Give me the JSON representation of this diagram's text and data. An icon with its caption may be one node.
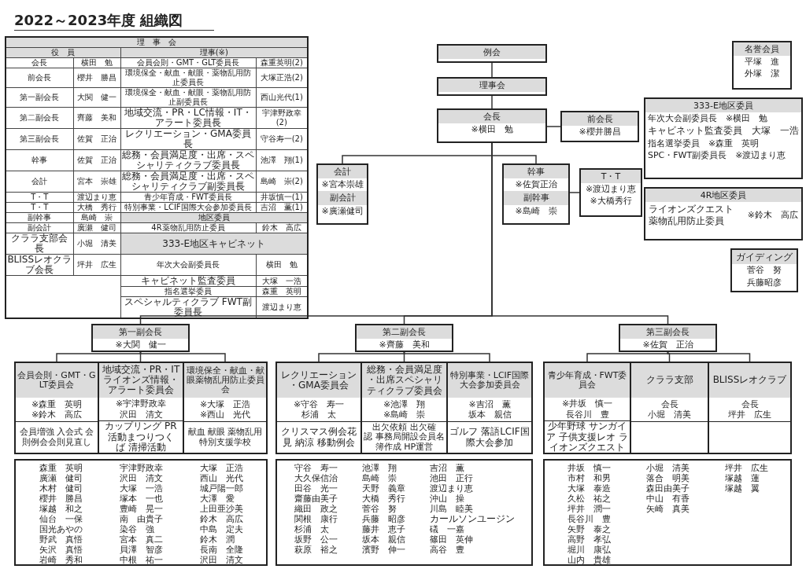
{
  "diagram": {
    "title": "2022～2023年度 組織図",
    "nodes": [
      {
        "text": [
          "例会"
        ]
      },
      {
        "text": [
          "理事会"
        ]
      },
      {
        "text": [
          "会長",
          "※横田　勉"
        ]
      },
      {
        "text": [
          "前会長",
          "※櫻井勝昌"
        ]
      },
      {
        "text": [
          "会計",
          "※宮本崇雄",
          "副会計",
          "※廣瀬健司"
        ]
      },
      {
        "text": [
          "幹事",
          "※佐賀正治",
          "副幹事",
          "※島崎　崇"
        ]
      },
      {
        "text": [
          "T・T",
          "※渡辺まり恵",
          "※大橋秀行"
        ]
      },
      {
        "text": [
          "名誉会員",
          "平塚　進",
          "外塚　潔"
        ]
      },
      {
        "text": [
          "333-E地区委員",
          "年次大会副委員長　※横田　勉",
          "キャビネット監査委員　大塚　一浩",
          "指名選挙委員　※森重　英明",
          "SPC・FWT副委員長　※渡辺まり恵"
        ]
      },
      {
        "text": [
          "4R地区委員",
          "ライオンズクエスト薬物乱用防止委員",
          "※鈴木　高広"
        ]
      },
      {
        "text": [
          "ガイディング",
          "菅谷　努",
          "兵藤昭彦"
        ]
      },
      {
        "text": [
          "第一副会長",
          "※大関　健一"
        ]
      },
      {
        "text": [
          "第二副会長",
          "※齊藤　美和"
        ]
      },
      {
        "text": [
          "第三副会長",
          "※佐賀　正治"
        ]
      },
      {
        "text": [
          "会員会則・GMT・GLT委員会",
          "※森重　英明",
          "※鈴木　高広",
          "会員増強 入会式 会則例会会則見直し"
        ]
      },
      {
        "text": [
          "地域交流・PR・ITライオンズ情報・アラート委員会",
          "※宇津野政幸",
          "沢田　清文",
          "カップリング PR活動まつりつくば 清掃活動"
        ]
      },
      {
        "text": [
          "環境保全・献血・献眼薬物乱用防止委員会",
          "※大塚　正浩",
          "※西山　光代",
          "献血 献眼 薬物乱用特別支援学校"
        ]
      },
      {
        "text": [
          "レクリエーション・GMA委員会",
          "※守谷　寿一",
          "杉浦　太",
          "クリスマス例会花見 納涼 移動例会"
        ]
      },
      {
        "text": [
          "総務・会員満足度・出席スペシャリティクラブ委員会",
          "※池澤　翔",
          "※島崎　崇",
          "出欠依頼 出欠確認 事務局開設会員名簿作成 HP運営"
        ]
      },
      {
        "text": [
          "特別事業・LCIF国際大会参加委員会",
          "※吉沼　薫",
          "坂本　親信",
          "ゴルフ 落語LCIF国際大会参加"
        ]
      },
      {
        "text": [
          "青少年育成・FWT委員会",
          "※井坂　慎一",
          "長谷川　豊",
          "少年野球 サンガイア 子供支援レオ ライオンズクエスト"
        ]
      },
      {
        "text": [
          "クララ支部",
          "会長",
          "小堀　清美"
        ]
      },
      {
        "text": [
          "BLISSレオクラブ",
          "会長",
          "坪井　広生"
        ]
      },
      {
        "text": [
          "森重　英明",
          "廣瀬　健司",
          "木村　健司",
          "櫻井　勝昌",
          "塚越　和之",
          "仙台　一保",
          "国光あやの",
          "野武　真悟",
          "矢沢　真悟",
          "岩崎　秀和",
          "宇津野政幸",
          "沢田　清文",
          "大塚　一浩",
          "塚本　一也",
          "豊崎　晃一",
          "南　由貴子",
          "染谷　強",
          "宮本　真二",
          "貝澤　智彦",
          "中根　祐一",
          "大塚　正浩",
          "西山　光代",
          "城戸陽一郎",
          "大澤　愛",
          "上田亜沙美",
          "鈴木　高広",
          "中島　定夫",
          "鈴木　潤",
          "長南　全隆",
          "沢田　清文"
        ]
      },
      {
        "text": [
          "守谷　寿一",
          "大久保信治",
          "田谷　光一",
          "齋藤由美子",
          "織田　政之",
          "関根　康行",
          "杉浦　太",
          "坂野　公一",
          "萩原　裕之",
          "池澤　翔",
          "島崎　崇",
          "天野　義章",
          "大橋　秀行",
          "菅谷　努",
          "兵藤　昭彦",
          "藤井　恵子",
          "坂本　親信",
          "濱野　伸一",
          "吉沼　薫",
          "池田　正行",
          "渡辺まり恵",
          "沖山　操",
          "川島　睦美",
          "カールソンユージン",
          "礒　一嘉",
          "篠田　英伸",
          "高谷　豊"
        ]
      },
      {
        "text": [
          "井坂　慎一",
          "市村　和男",
          "大塚　泰造",
          "久松　祐之",
          "坪井　潤一",
          "長谷川　豊",
          "矢野　泰之",
          "高野　孝弘",
          "堀川　康弘",
          "山内　貴雄",
          "小堀　清美",
          "落合　明美",
          "森田由美子",
          "中山　有香",
          "矢崎　真美",
          "坪井　広生",
          "塚越　蓮",
          "塚越　翼"
        ]
      }
    ],
    "edges": [
      {
        "from": 0,
        "to": 1,
        "arrow": "none"
      },
      {
        "from": 1,
        "to": 2,
        "arrow": "none"
      },
      {
        "from": 2,
        "to": 3,
        "arrow": "none"
      },
      {
        "from": 2,
        "to": 4,
        "arrow": "none"
      },
      {
        "from": 2,
        "to": 5,
        "arrow": "none"
      },
      {
        "from": 5,
        "to": 6,
        "arrow": "none"
      },
      {
        "from": 2,
        "to": 11,
        "arrow": "none"
      },
      {
        "from": 2,
        "to": 12,
        "arrow": "none"
      },
      {
        "from": 2,
        "to": 13,
        "arrow": "none"
      },
      {
        "from": 11,
        "to": 14,
        "arrow": "none"
      },
      {
        "from": 11,
        "to": 15,
        "arrow": "none"
      },
      {
        "from": 11,
        "to": 16,
        "arrow": "none"
      },
      {
        "from": 12,
        "to": 17,
        "arrow": "none"
      },
      {
        "from": 12,
        "to": 18,
        "arrow": "none"
      },
      {
        "from": 12,
        "to": 19,
        "arrow": "none"
      },
      {
        "from": 13,
        "to": 20,
        "arrow": "none"
      },
      {
        "from": 13,
        "to": 21,
        "arrow": "none"
      },
      {
        "from": 13,
        "to": 22,
        "arrow": "none"
      }
    ],
    "labels": [
      "理　事　会",
      "役　員",
      "理事(※)",
      "会長",
      "横田　勉",
      "会員会則・GMT・GLT委員長",
      "森重英明(2)",
      "前会長",
      "櫻井　勝昌",
      "環境保全・献血・献眼・薬物乱用防止委員長",
      "大塚正浩(2)",
      "第一副会長",
      "大関　健一",
      "環境保全・献血・献眼・薬物乱用防止副委員長",
      "西山光代(1)",
      "第二副会長",
      "齊藤　美和",
      "地域交流・PR・LC情報・IT・アラート委員長",
      "宇津野政幸(2)",
      "第三副会長",
      "佐賀　正治",
      "レクリエーション・GMA委員長",
      "守谷寿一(2)",
      "幹事",
      "佐賀　正治",
      "総務・会員満足度・出席・スペシャリティクラブ委員長",
      "池澤　翔(1)",
      "会計",
      "宮本　崇雄",
      "総務・会員満足度・出席・スペシャリティクラブ副委員長",
      "島崎　崇(2)",
      "T・T",
      "渡辺まり恵",
      "青少年育成・FWT委員長",
      "井坂慎一(1)",
      "T・T",
      "大橋　秀行",
      "特別事業・LCIF国際大会参加委員長",
      "吉沼　薫(1)",
      "副幹事",
      "島崎　崇",
      "地区委員",
      "副会計",
      "廣瀬　健司",
      "4R薬物乱用防止委員",
      "鈴木　高広",
      "クララ支部会長",
      "小堀　清美",
      "333-E地区キャビネット",
      "BLISSレオクラブ会長",
      "坪井　広生",
      "年次大会副委員長",
      "横田　勉",
      "キャビネット監査委員",
      "大塚　一浩",
      "指名選挙委員",
      "森重　英明",
      "スペシャルティクラブ FWT副委員長",
      "渡辺まり恵"
    ]
  }
}
